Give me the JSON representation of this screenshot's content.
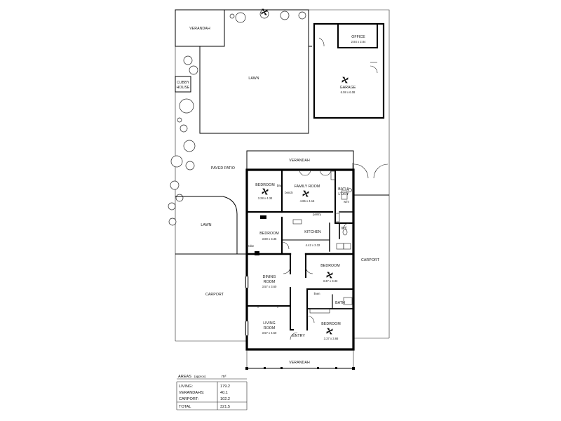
{
  "labels": {
    "verandah_top": "VERANDAH",
    "lawn_top": "LAWN",
    "cubby_house_1": "CUBBY",
    "cubby_house_2": "HOUSE",
    "office": "OFFICE",
    "office_size": "2.84 x 2.84",
    "garage": "GARAGE",
    "garage_size": "6.08 x 6.08",
    "verandah_mid": "VERANDAH",
    "paved_patio": "PAVED PATIO",
    "bedroom_1": "BEDROOM",
    "bedroom_1_size": "3.28 x 4.34",
    "family_room": "FAMILY ROOM",
    "family_room_size": "4.65 x 4.16",
    "bath_ldry_1": "BATH/",
    "bath_ldry_2": "L'DRY",
    "lawn_mid": "LAWN",
    "bedroom_2": "BEDROOM",
    "bedroom_2_size": "3.89 x 3.36",
    "kitchen": "KITCHEN",
    "kitchen_size": "4.42 x 3.32",
    "wc": "WC",
    "carport_right": "CARPORT",
    "bedroom_3": "BEDROOM",
    "bedroom_3_size": "3.37 x 3.33",
    "dining_1": "DINING",
    "dining_2": "ROOM",
    "dining_size": "3.57 x 3.60",
    "carport_left": "CARPORT",
    "bath": "BATH",
    "living_1": "LIVING",
    "living_2": "ROOM",
    "living_size": "3.57 x 4.50",
    "bedroom_4": "BEDROOM",
    "bedroom_4_size": "3.37 x 3.66",
    "entry": "ENTRY",
    "verandah_bottom": "VERANDAH",
    "rm_brlw": "b/w",
    "rm_linen": "linen",
    "rm_robe": "robe",
    "rm_pantry": "pantry",
    "rm_wm": "w/m",
    "rm_bench": "bench"
  },
  "areas": {
    "header": "AREAS",
    "header_note": "(approx)",
    "unit": "m²",
    "rows": [
      {
        "name": "LIVING:",
        "value": "179.2"
      },
      {
        "name": "VERANDAHS:",
        "value": "40.1"
      },
      {
        "name": "CARPORT:",
        "value": "102.2"
      }
    ],
    "total_name": "TOTAL",
    "total_value": "321.5"
  }
}
